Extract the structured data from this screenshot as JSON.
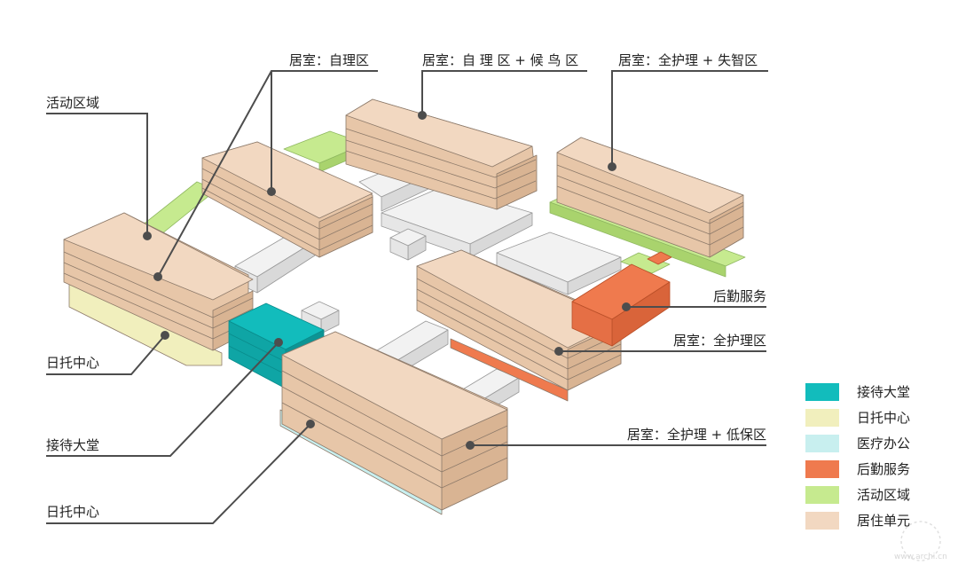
{
  "colors": {
    "residential_top": "#f2d8c1",
    "residential_side": "#e7c6a8",
    "residential_dark": "#d9b493",
    "corridor_top": "#f2f2f2",
    "corridor_side": "#d9d9d9",
    "lobby": "#12bcbc",
    "daycare": "#f1efbd",
    "medical": "#c8efef",
    "logistics": "#ef7a4e",
    "activity": "#c6ea8f",
    "leader": "#4d4d4d"
  },
  "callouts": [
    {
      "id": "self-care",
      "text": "居室：自理区"
    },
    {
      "id": "self-care-migrant",
      "text": "居室：自 理 区 + 候 鸟 区"
    },
    {
      "id": "full-care-dementia",
      "text": "居室：全护理 + 失智区"
    },
    {
      "id": "activity-area",
      "text": "活动区域"
    },
    {
      "id": "logistics",
      "text": "后勤服务"
    },
    {
      "id": "full-care",
      "text": "居室：全护理区"
    },
    {
      "id": "daycare-1",
      "text": "日托中心"
    },
    {
      "id": "full-care-low-income",
      "text": "居室：全护理 + 低保区"
    },
    {
      "id": "reception-lobby",
      "text": "接待大堂"
    },
    {
      "id": "daycare-2",
      "text": "日托中心"
    }
  ],
  "legend": [
    {
      "label": "接待大堂",
      "color": "#12bcbc"
    },
    {
      "label": "日托中心",
      "color": "#f1efbd"
    },
    {
      "label": "医疗办公",
      "color": "#c8efef"
    },
    {
      "label": "后勤服务",
      "color": "#ef7a4e"
    },
    {
      "label": "活动区域",
      "color": "#c6ea8f"
    },
    {
      "label": "居住单元",
      "color": "#f2d8c1"
    }
  ],
  "watermark": {
    "text": "www.archi.cn"
  }
}
